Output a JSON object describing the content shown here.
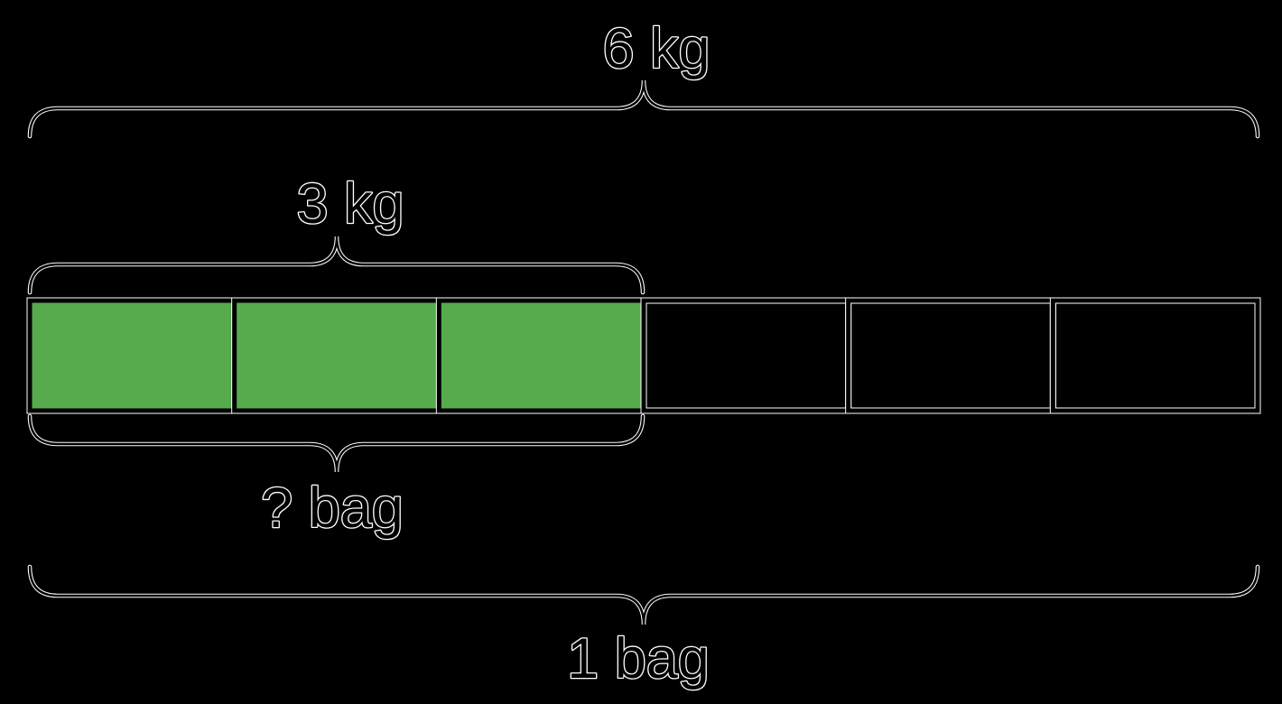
{
  "page": {
    "background": "#000000"
  },
  "colors": {
    "cell_fill_green": "#57AB4D",
    "line_outline": "#FFFFFF",
    "line_core": "#000000"
  },
  "labels": {
    "total_weight": "6 kg",
    "partial_weight": "3 kg",
    "partial_count": "? bag",
    "total_count": "1 bag"
  },
  "diagram": {
    "type": "tape-diagram",
    "total_cells": 6,
    "filled_cells": 3,
    "cells": [
      {
        "filled": true
      },
      {
        "filled": true
      },
      {
        "filled": true
      },
      {
        "filled": false
      },
      {
        "filled": false
      },
      {
        "filled": false
      }
    ]
  }
}
